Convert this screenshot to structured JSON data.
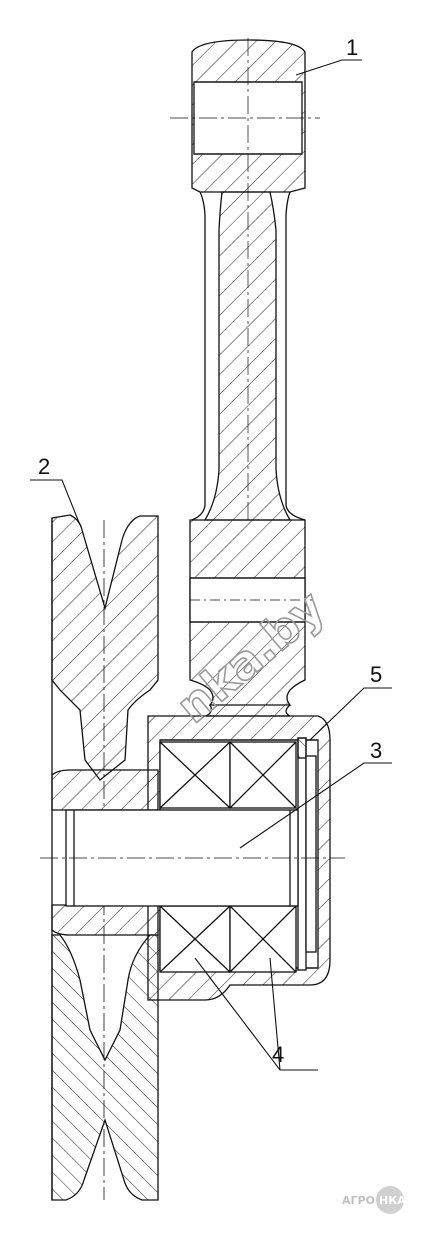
{
  "labels": {
    "part1": "1",
    "part2": "2",
    "part3": "3",
    "part4": "4",
    "part5": "5"
  },
  "watermark": "nka.by",
  "logo": {
    "left": "АГРО",
    "right": "НКА"
  },
  "colors": {
    "line": "#111111",
    "hatch": "#222222",
    "watermark": "#9a9a9a",
    "logo": "#c8c8c8"
  }
}
